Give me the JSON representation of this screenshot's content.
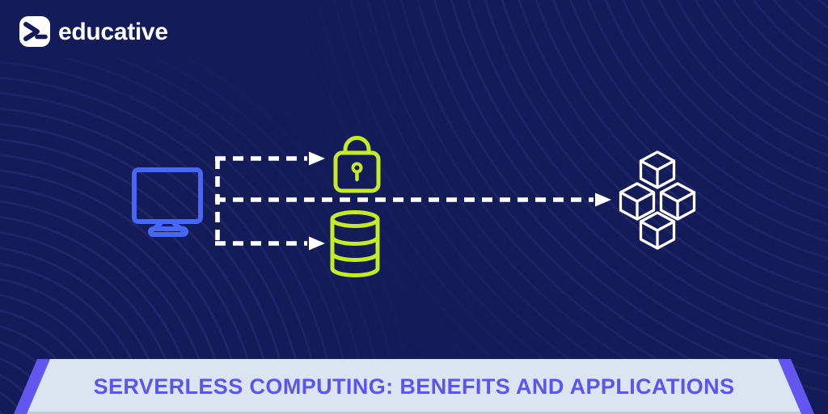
{
  "brand": {
    "name": "educative",
    "icon": "terminal-prompt-icon"
  },
  "banner": {
    "title": "SERVERLESS COMPUTING: BENEFITS AND APPLICATIONS"
  },
  "diagram": {
    "nodes": [
      {
        "id": "client",
        "icon": "computer-monitor-icon",
        "color": "#4766f4"
      },
      {
        "id": "security",
        "icon": "padlock-icon",
        "color": "#c4ec25"
      },
      {
        "id": "database",
        "icon": "database-cylinder-icon",
        "color": "#c4ec25"
      },
      {
        "id": "services",
        "icon": "modular-cubes-icon",
        "color": "#ffffff"
      }
    ],
    "connections": [
      {
        "from": "client",
        "to": "security",
        "style": "dashed-arrow",
        "color": "#ffffff"
      },
      {
        "from": "client",
        "to": "services",
        "style": "dashed-arrow",
        "color": "#ffffff"
      },
      {
        "from": "client",
        "to": "database",
        "style": "dashed-arrow",
        "color": "#ffffff"
      }
    ]
  },
  "colors": {
    "background": "#131b58",
    "monitor_blue": "#4766f4",
    "accent_green": "#c4ec25",
    "white": "#ffffff",
    "banner_bg": "#dce4f1",
    "banner_text": "#5a55ef",
    "banner_stripe": "#6255f0",
    "logo_glyph": "#131b58"
  }
}
